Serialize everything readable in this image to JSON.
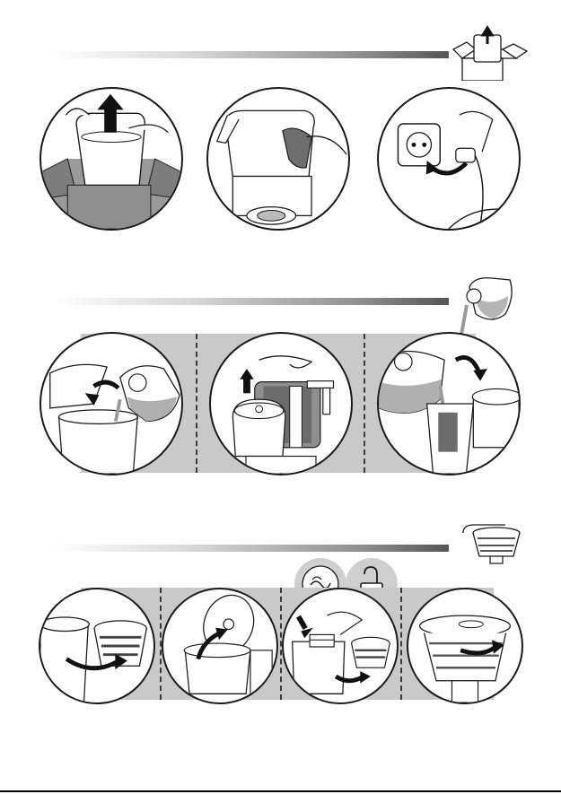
{
  "page": {
    "sections": [
      {
        "id": "unpack",
        "header_icon": "unbox-machine-icon",
        "steps": [
          {
            "icon": "lift-carafe-from-box-icon"
          },
          {
            "icon": "remove-packaging-icon"
          },
          {
            "icon": "plug-into-socket-icon"
          }
        ]
      },
      {
        "id": "fill-water",
        "header_icon": "pour-water-carafe-icon",
        "steps": [
          {
            "icon": "open-lid-pour-icon"
          },
          {
            "icon": "lift-filter-holder-icon"
          },
          {
            "icon": "pour-into-reservoir-icon"
          }
        ]
      },
      {
        "id": "filter",
        "header_icon": "filter-holder-icon",
        "badges": [
          {
            "icon": "water-filter-icon"
          },
          {
            "icon": "unlock-padlock-icon"
          }
        ],
        "steps": [
          {
            "icon": "swing-filter-holder-icon"
          },
          {
            "icon": "open-filter-lid-icon"
          },
          {
            "icon": "insert-filter-cartridge-icon"
          },
          {
            "icon": "close-filter-holder-icon"
          }
        ]
      }
    ]
  },
  "colors": {
    "band": "#c9c9c9",
    "line": "#1a1a1a",
    "box": "#8f8f8f"
  }
}
